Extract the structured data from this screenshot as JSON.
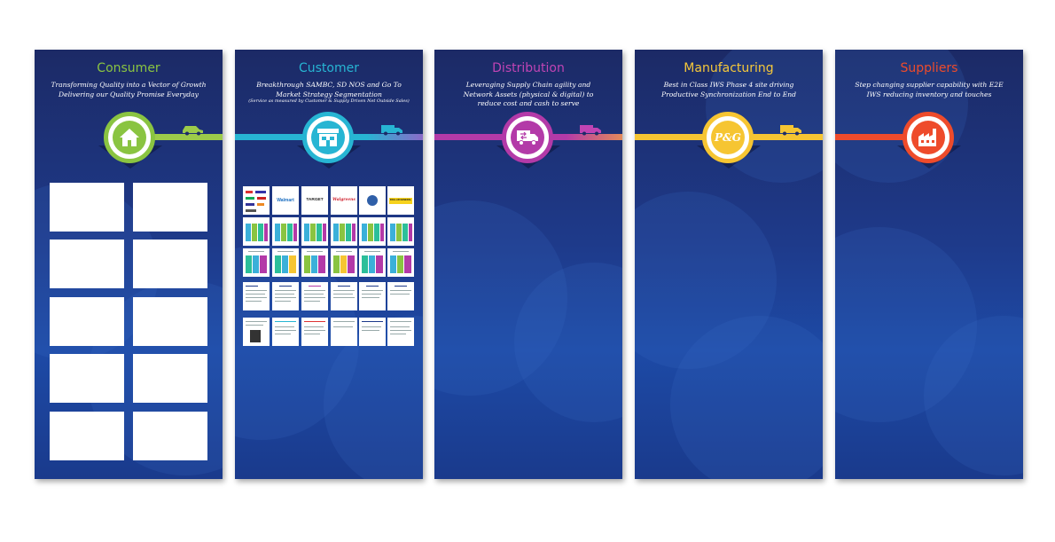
{
  "panels": [
    {
      "title": "Consumer",
      "title_color": "#8ac441",
      "subtitle": "Transforming Quality into a Vector of Growth Delivering our Quality Promise Everyday",
      "accent": "#8ac441",
      "icon": "house-icon"
    },
    {
      "title": "Customer",
      "title_color": "#27b5d3",
      "subtitle": "Breakthrough SAMBC, SD NOS and Go To Market Strategy Segmentation",
      "note": "(Service as measured by Customer & Supply Driven Net Outside Sales)",
      "accent": "#27b5d3",
      "icon": "storefront-icon",
      "retailers": [
        "Walmart",
        "TARGET",
        "Walgreens",
        "DOLLAR GENERAL"
      ]
    },
    {
      "title": "Distribution",
      "title_color": "#c044b4",
      "subtitle": "Leveraging Supply Chain agility and Network Assets (physical & digital) to reduce cost and cash to serve",
      "accent": "#b33aa8",
      "icon": "delivery-truck-icon"
    },
    {
      "title": "Manufacturing",
      "title_color": "#f6c83a",
      "subtitle": "Best in Class IWS Phase 4 site driving Productive Synchronization End to End",
      "accent": "#f6c532",
      "icon": "pg-logo-icon",
      "logo_text": "P&G"
    },
    {
      "title": "Suppliers",
      "title_color": "#ee4b2b",
      "subtitle": "Step changing supplier capability with E2E IWS reducing inventory and touches",
      "accent": "#ee4b2b",
      "icon": "factory-icon"
    }
  ]
}
